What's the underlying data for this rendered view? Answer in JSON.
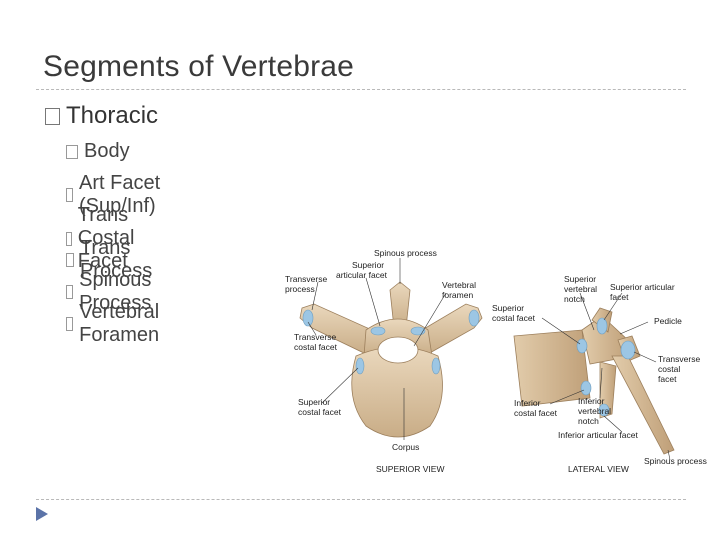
{
  "slide": {
    "title": "Segments of Vertebrae",
    "level1": "Thoracic",
    "items": [
      "Body",
      "Art Facet (Sup/Inf)",
      "Trans Costal Facet",
      "Trans Process",
      "Spinous Process",
      "Vertebral Foramen"
    ]
  },
  "figure": {
    "superior_view": {
      "caption": "SUPERIOR VIEW",
      "labels": {
        "spinous_process": "Spinous process",
        "superior_articular_facet_1": "Superior",
        "superior_articular_facet_2": "articular facet",
        "transverse_process_1": "Transverse",
        "transverse_process_2": "process",
        "vertebral_foramen_1": "Vertebral",
        "vertebral_foramen_2": "foramen",
        "transverse_costal_facet_1": "Transverse",
        "transverse_costal_facet_2": "costal facet",
        "superior_costal_facet_1": "Superior",
        "superior_costal_facet_2": "costal facet",
        "corpus": "Corpus"
      }
    },
    "lateral_view": {
      "caption": "LATERAL VIEW",
      "labels": {
        "superior_vertebral_notch_1": "Superior",
        "superior_vertebral_notch_2": "vertebral",
        "superior_vertebral_notch_3": "notch",
        "superior_articular_facet_1": "Superior articular",
        "superior_articular_facet_2": "facet",
        "superior_costal_facet_1": "Superior",
        "superior_costal_facet_2": "costal facet",
        "pedicle": "Pedicle",
        "transverse_costal_facet_1": "Transverse",
        "transverse_costal_facet_2": "costal",
        "transverse_costal_facet_3": "facet",
        "inferior_costal_facet_1": "Inferior",
        "inferior_costal_facet_2": "costal facet",
        "inferior_vertebral_notch_1": "Inferior",
        "inferior_vertebral_notch_2": "vertebral",
        "inferior_vertebral_notch_3": "notch",
        "inferior_articular_facet": "Inferior articular facet",
        "spinous_process": "Spinous process"
      }
    }
  },
  "colors": {
    "bone": "#d9c3a3",
    "bone_shadow": "#b79a74",
    "facet": "#9cc6e4",
    "rule": "#b9b9b9",
    "nav_arrow": "#5b73a8"
  },
  "icons": {
    "bullet": "square-bullet-icon",
    "nav": "triangle-right-icon"
  }
}
